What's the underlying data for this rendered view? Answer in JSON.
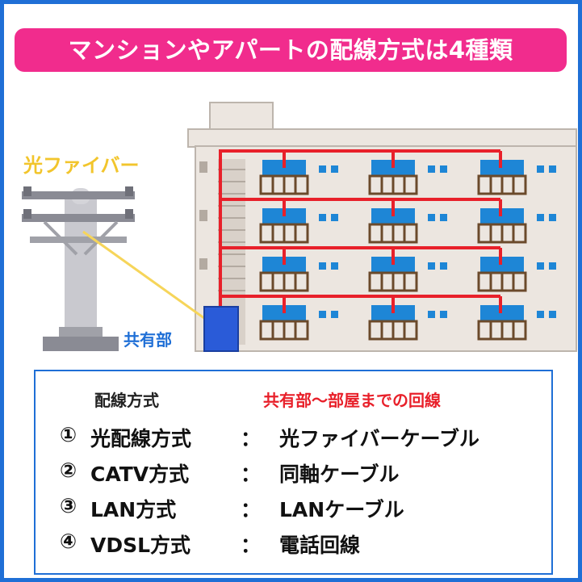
{
  "title": "マンションやアパートの配線方式は4種類",
  "labels": {
    "fiber": "光ファイバー",
    "shared_area": "共有部"
  },
  "table": {
    "header_method": "配線方式",
    "header_cable": "共有部〜部屋までの回線",
    "rows": [
      {
        "num": "①",
        "method": "光配線方式",
        "sep": "：",
        "cable": "光ファイバーケーブル"
      },
      {
        "num": "②",
        "method": "CATV方式",
        "sep": "：",
        "cable": "同軸ケーブル"
      },
      {
        "num": "③",
        "method": "LAN方式",
        "sep": "：",
        "cable": "LANケーブル"
      },
      {
        "num": "④",
        "method": "VDSL方式",
        "sep": "：",
        "cable": "電話回線"
      }
    ]
  },
  "colors": {
    "border": "#1f6fd6",
    "title_bg": "#f12c8d",
    "fiber": "#f2c52c",
    "wiring": "#e8202a",
    "shared_box": "#2a5bd8"
  }
}
